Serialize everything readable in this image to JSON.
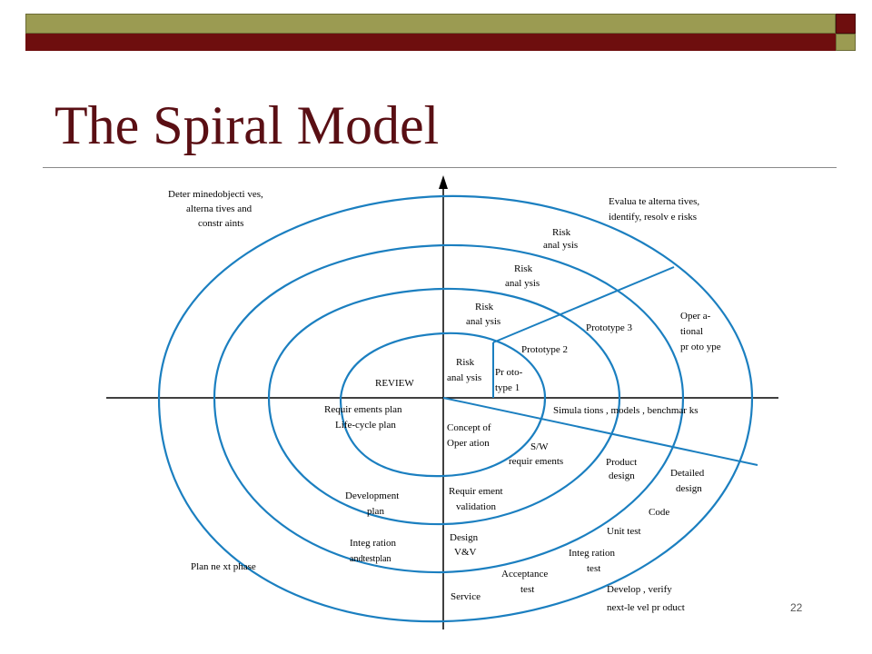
{
  "slide": {
    "title": "The Spiral Model",
    "page_number": "22"
  },
  "colors": {
    "olive": "#9b9b52",
    "maroon": "#6e0e0e",
    "title": "#5a0f14",
    "spiral": "#1b7fc0"
  },
  "labels": {
    "q_nw": [
      "Deter minedobjecti ves,",
      "alterna tives and",
      "constr aints"
    ],
    "q_ne": [
      "Evalua te alterna tives,",
      "identify, resolv e risks"
    ],
    "risk_4": [
      "Risk",
      "anal ysis"
    ],
    "risk_3": [
      "Risk",
      "anal ysis"
    ],
    "risk_2": [
      "Risk",
      "anal ysis"
    ],
    "risk_1": [
      "Risk",
      "anal ysis"
    ],
    "prototype_3": "Prototype 3",
    "prototype_2": "Prototype 2",
    "prototype_1": [
      "Pr oto-",
      "type 1"
    ],
    "operational": [
      "Oper a-",
      "tional",
      "pr oto ype"
    ],
    "review": "REVIEW",
    "req_plan": [
      "Requir ements plan",
      "Life-cycle plan"
    ],
    "simulations": "Simula tions , models , benchmar ks",
    "concept": [
      "Concept of",
      "Oper ation"
    ],
    "sw_req": [
      "S/W",
      "requir ements"
    ],
    "product_design": [
      "Product",
      "design"
    ],
    "detailed_design": [
      "Detailed",
      "design"
    ],
    "dev_plan": [
      "Development",
      "plan"
    ],
    "req_validation": [
      "Requir ement",
      "validation"
    ],
    "code": "Code",
    "unit_test": "Unit test",
    "integ_plan": [
      "Integ ration",
      "andtestplan"
    ],
    "design_vv": [
      "Design",
      "V&V"
    ],
    "integ_test": [
      "Integ ration",
      "test"
    ],
    "plan_next": "Plan ne xt phase",
    "acceptance": [
      "Acceptance",
      "test"
    ],
    "service": "Service",
    "develop_verify": [
      "Develop , verify",
      "next-le vel pr oduct"
    ]
  }
}
